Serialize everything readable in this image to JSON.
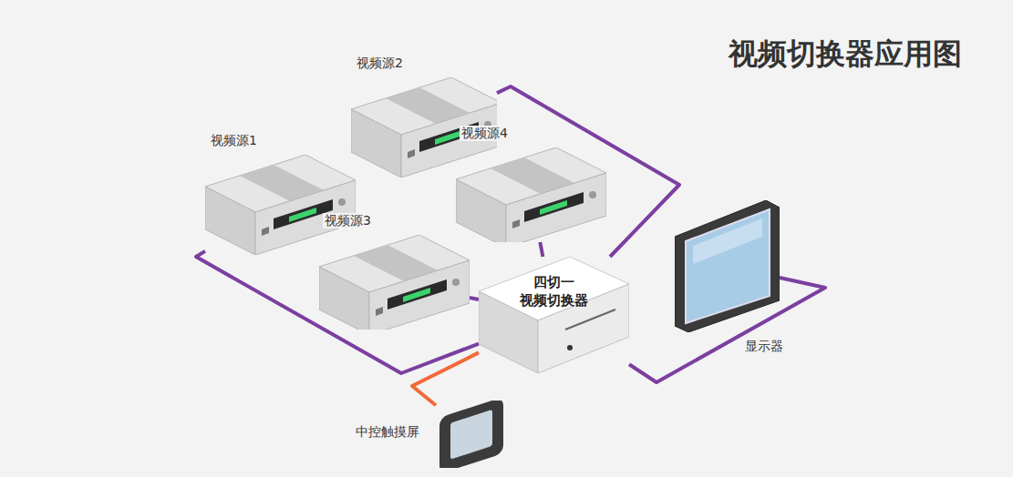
{
  "diagram": {
    "title": "视频切换器应用图",
    "nodes": [
      {
        "text": [
          "视频源1"
        ]
      },
      {
        "text": [
          "视频源2"
        ]
      },
      {
        "text": [
          "视频源3"
        ]
      },
      {
        "text": [
          "视频源4"
        ]
      },
      {
        "text": [
          "四切一 视频切换器"
        ]
      },
      {
        "text": [
          "显示器"
        ]
      },
      {
        "text": [
          "中控触摸屏"
        ]
      }
    ],
    "edges": [
      {
        "from": 0,
        "to": 4,
        "arrow": "none"
      },
      {
        "from": 1,
        "to": 4,
        "arrow": "none"
      },
      {
        "from": 2,
        "to": 4,
        "arrow": "none"
      },
      {
        "from": 3,
        "to": 4,
        "arrow": "none"
      },
      {
        "from": 4,
        "to": 5,
        "arrow": "none"
      },
      {
        "from": 6,
        "to": 4,
        "arrow": "none"
      }
    ]
  }
}
